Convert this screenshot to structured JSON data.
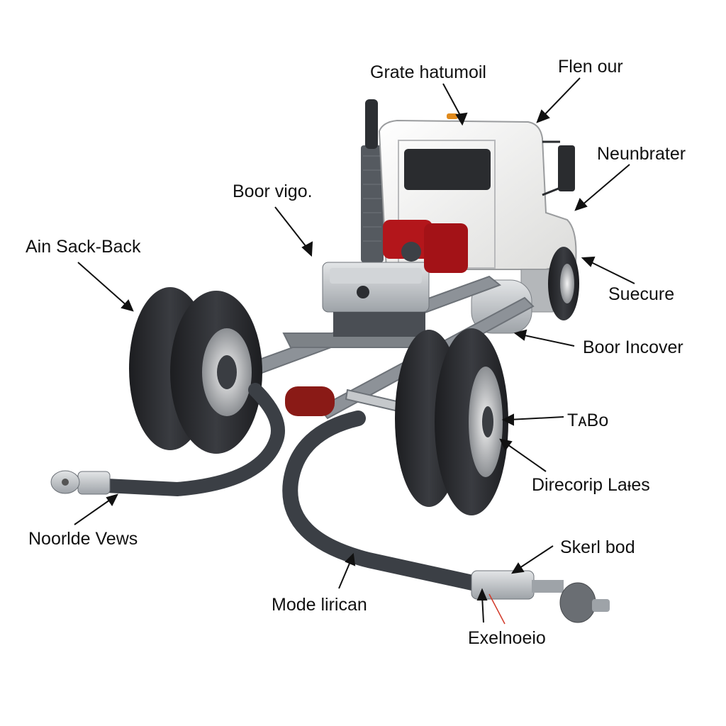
{
  "colors": {
    "background": "#ffffff",
    "cab": "#f2f2f0",
    "tire": "#2b2d31",
    "frame": "#8f949a",
    "engine_red": "#b3161b",
    "hose": "#3b3f45",
    "metal": "#b9bdc2",
    "label_text": "#111111"
  },
  "labels": [
    {
      "id": "grate-hatumoil",
      "text": "Grate hatumoil"
    },
    {
      "id": "flen-our",
      "text": "Flen our"
    },
    {
      "id": "neunbrater",
      "text": "Neunbrater"
    },
    {
      "id": "boor-vigo",
      "text": "Boor vigo."
    },
    {
      "id": "ain-sack-back",
      "text": "Ain Sack-Back"
    },
    {
      "id": "suecure",
      "text": "Suecure"
    },
    {
      "id": "boor-incover",
      "text": "Boor Incover"
    },
    {
      "id": "taibo",
      "text": "TᴀBo"
    },
    {
      "id": "direcorip-lates",
      "text": "Direcorip Laᵻes"
    },
    {
      "id": "noorde-vews",
      "text": "Noorlde Vews"
    },
    {
      "id": "skerl-bod",
      "text": "Skerl bod"
    },
    {
      "id": "mode-lirican",
      "text": "Mode lirican"
    },
    {
      "id": "exelnoeio",
      "text": "Exelnoeio"
    }
  ]
}
